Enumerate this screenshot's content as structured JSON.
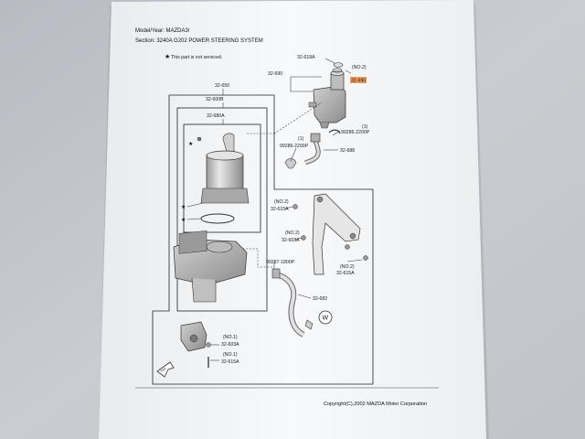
{
  "header": {
    "model_line": "Model/Year: MAZDA3/",
    "section_line": "Section: 3240A G202 POWER STEERING SYSTEM"
  },
  "legend": {
    "star_note": "This part is not serviced."
  },
  "labels": {
    "l_618a": "32-618A",
    "l_no2_a": "(NO.2)",
    "l_690_highlight": "32-690",
    "l_690": "32-690",
    "l_650": "32-650",
    "l_600b": "32-600B",
    "l_680a": "32-680A",
    "l_1_a": "(1)",
    "l_99286_a": "99286-2200P",
    "l_1_b": "(1)",
    "l_99286_b": "99286-2200P",
    "l_688": "32-688",
    "l_no2_b": "(NO.2)",
    "l_615a_a": "32-615A",
    "l_no2_c": "(NO.2)",
    "l_603a_a": "32-603A",
    "l_99287": "99287-1800P",
    "l_no2_d": "(NO.2)",
    "l_615a_b": "32-615A",
    "l_682": "32-682",
    "l_w": "W",
    "l_no1_a": "(NO.1)",
    "l_603a_b": "32-603A",
    "l_no1_b": "(NO.1)",
    "l_615a_c": "32-615A"
  },
  "footer": {
    "copyright": "Copyright(C),2002 MAZDA Motor Corporation"
  },
  "colors": {
    "background": "#c4c8cc",
    "paper": "#f7f8f9",
    "highlight": "#f29a5c",
    "ink": "#1a1a1a"
  }
}
